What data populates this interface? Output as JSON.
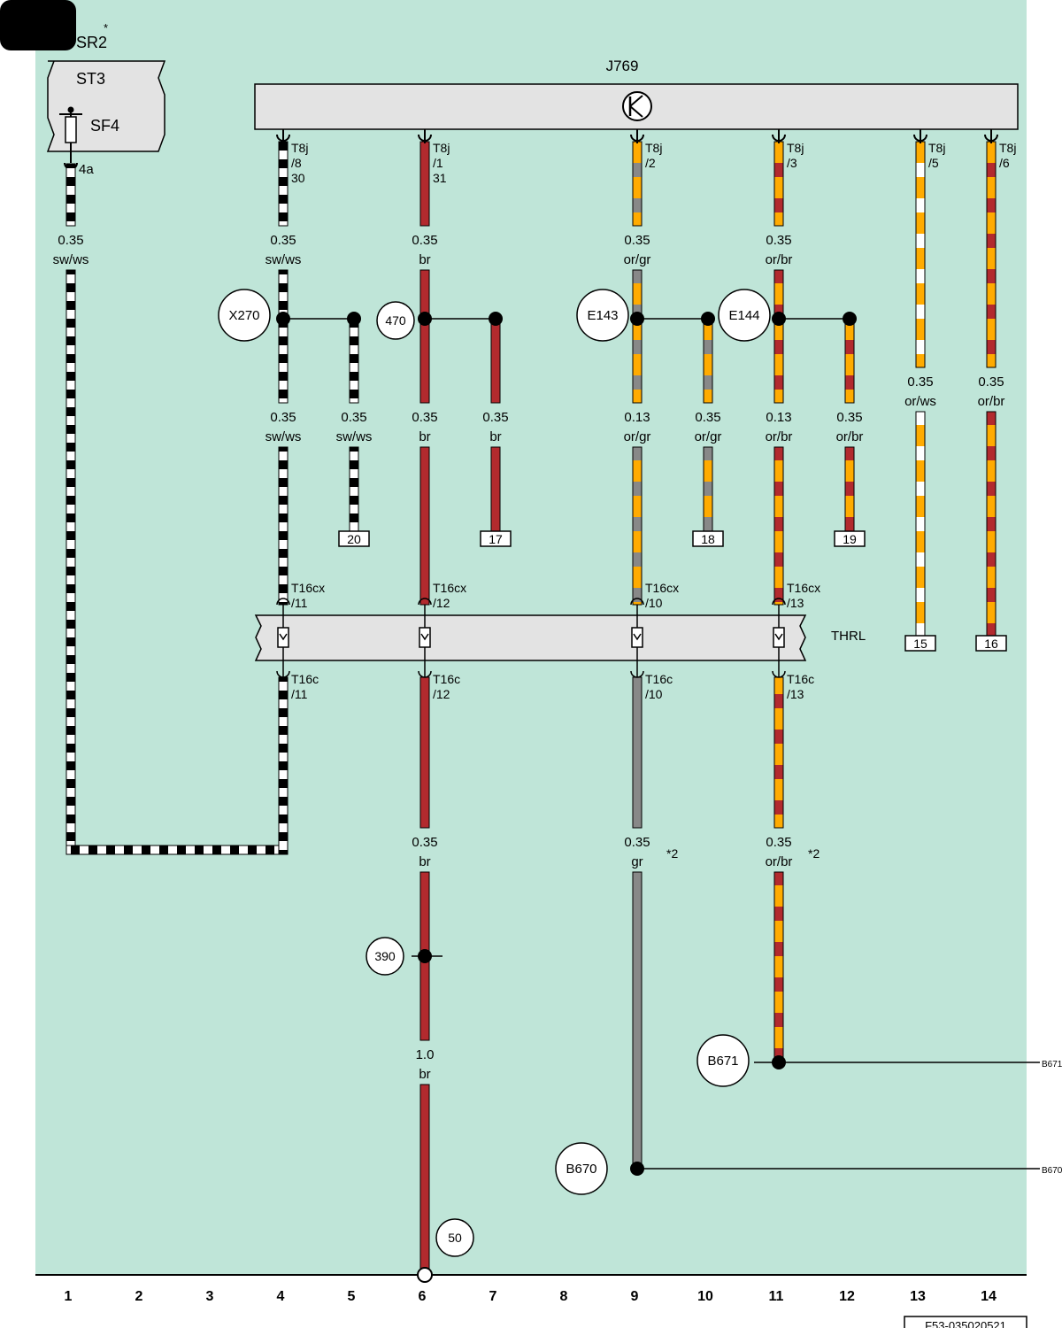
{
  "header": {
    "sr_label": "SR2",
    "sr_mark": "*",
    "st_label": "ST3",
    "sf_label": "SF4"
  },
  "unit": {
    "name": "J769"
  },
  "connector": {
    "name": "THRL"
  },
  "pins_top": [
    "T8j",
    "/8",
    "30",
    "/1",
    "31",
    "/2",
    "/3",
    "/5",
    "/6"
  ],
  "fuse_pin": "4a",
  "wires": {
    "w1": [
      "0.35",
      "sw/ws"
    ],
    "w4a": [
      "0.35",
      "sw/ws"
    ],
    "w4b": [
      "0.35",
      "sw/ws"
    ],
    "w5": [
      "0.35",
      "sw/ws"
    ],
    "w6a": [
      "0.35",
      "br"
    ],
    "w6b": [
      "0.35",
      "br"
    ],
    "w6c": [
      "0.35",
      "br"
    ],
    "w6d": [
      "1.0",
      "br"
    ],
    "w7": [
      "0.35",
      "br"
    ],
    "w9a": [
      "0.35",
      "or/gr"
    ],
    "w9b": [
      "0.13",
      "or/gr"
    ],
    "w9c": [
      "0.35",
      "gr"
    ],
    "w10": [
      "0.35",
      "or/gr"
    ],
    "w11a": [
      "0.35",
      "or/br"
    ],
    "w11b": [
      "0.13",
      "or/br"
    ],
    "w11c": [
      "0.35",
      "or/br"
    ],
    "w12": [
      "0.35",
      "or/br"
    ],
    "w13": [
      "0.35",
      "or/ws"
    ],
    "w14": [
      "0.35",
      "or/br"
    ]
  },
  "junctions": {
    "x270": "X270",
    "j470": "470",
    "e143": "E143",
    "e144": "E144",
    "j390": "390",
    "b671": "B671",
    "b670": "B670",
    "j50": "50"
  },
  "connector_pins": {
    "t16cx": "T16cx",
    "t16c": "T16c",
    "p11": "/11",
    "p12": "/12",
    "p10": "/10",
    "p13": "/13"
  },
  "refs": {
    "r20": "20",
    "r17": "17",
    "r18": "18",
    "r19": "19",
    "r15": "15",
    "r16": "16"
  },
  "notes": {
    "star2": "*2"
  },
  "edge_labels": {
    "b671": "B671",
    "b670": "B670"
  },
  "columns": [
    "1",
    "2",
    "3",
    "4",
    "5",
    "6",
    "7",
    "8",
    "9",
    "10",
    "11",
    "12",
    "13",
    "14"
  ],
  "footer": {
    "code": "F53-035020521"
  },
  "colors": {
    "background": "#bfe5d8",
    "black": "#000000",
    "white": "#ffffff",
    "red": "#b22a2e",
    "orange": "#ffab00",
    "grey": "#888888",
    "box": "#e3e3e3"
  }
}
